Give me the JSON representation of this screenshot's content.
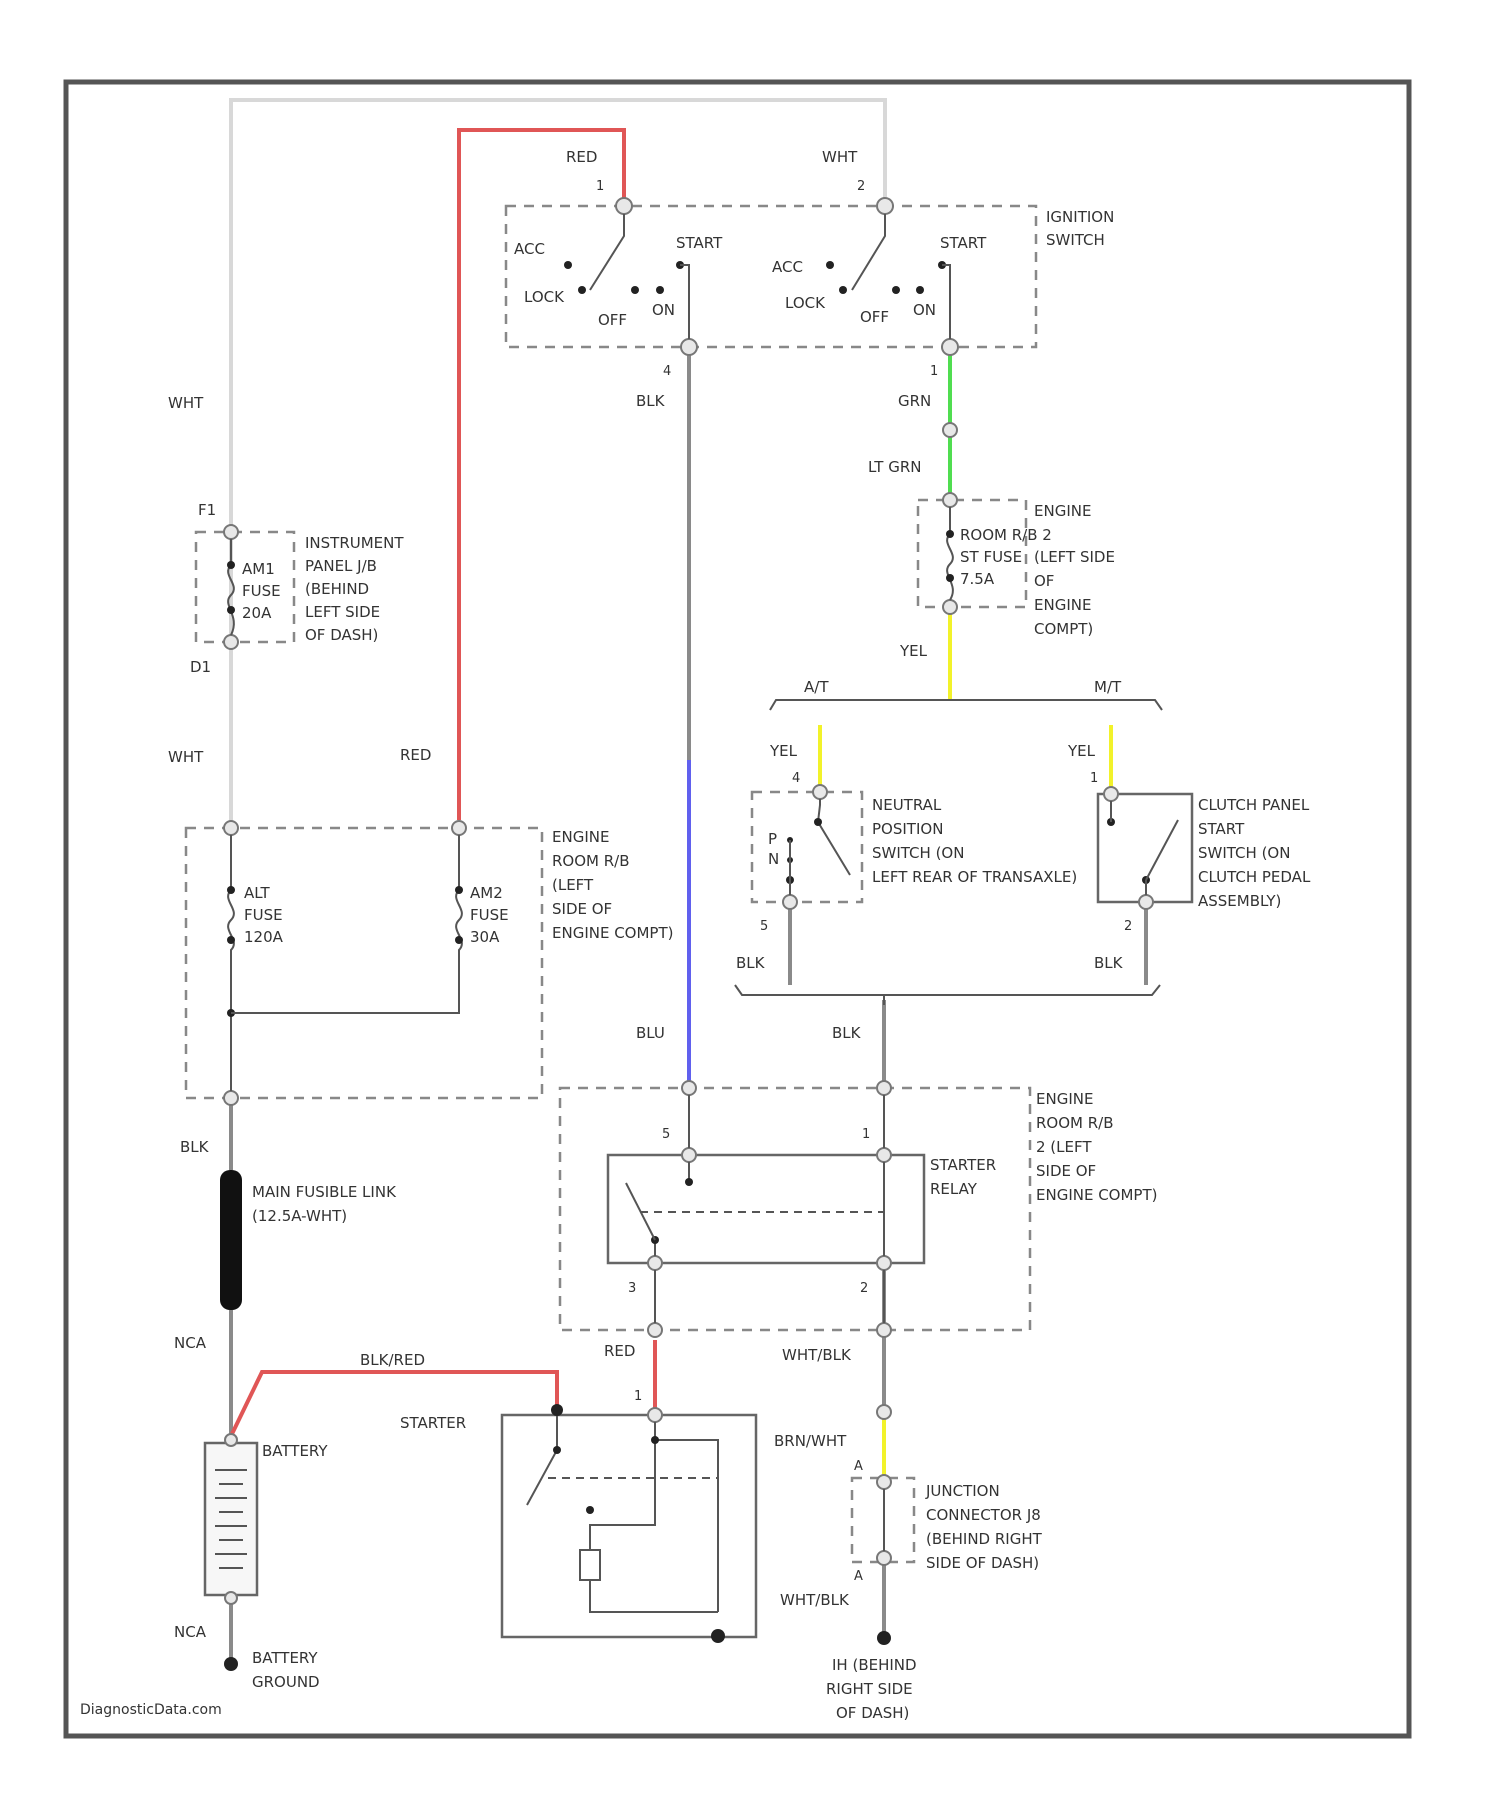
{
  "watermark": "DiagnosticData.com",
  "colors": {
    "red": "#e05656",
    "gray": "#8a8a8a",
    "blue": "#6060ee",
    "green": "#50dd50",
    "yellow": "#f2f22a",
    "black": "#222222",
    "white_wire": "#d8d8d8"
  },
  "ignition_switch": {
    "label_1": "IGNITION",
    "label_2": "SWITCH",
    "pos_acc": "ACC",
    "pos_lock": "LOCK",
    "pos_off": "OFF",
    "pos_on": "ON",
    "pos_start": "START",
    "pin_red": "1",
    "pin_wht": "2",
    "pin_blk": "4",
    "pin_grn": "1"
  },
  "wires": {
    "wht": "WHT",
    "red": "RED",
    "blk": "BLK",
    "blu": "BLU",
    "grn": "GRN",
    "lt_grn": "LT GRN",
    "yel": "YEL",
    "nca": "NCA",
    "blk_red": "BLK/RED",
    "wht_blk": "WHT/BLK",
    "brn_wht": "BRN/WHT"
  },
  "instrument_jb": {
    "pin_top": "F1",
    "pin_bottom": "D1",
    "fuse_line_1": "AM1",
    "fuse_line_2": "FUSE",
    "fuse_line_3": "20A",
    "label_1": "INSTRUMENT",
    "label_2": "PANEL J/B",
    "label_3": "(BEHIND",
    "label_4": "LEFT SIDE",
    "label_5": "OF DASH)"
  },
  "engine_rb2_fuse": {
    "label_1": "ENGINE",
    "label_2": "ROOM R/B 2",
    "label_3": "(LEFT SIDE",
    "label_4": "OF",
    "label_5": "ENGINE",
    "label_6": "COMPT)",
    "fuse_1": "ST FUSE",
    "fuse_2": "7.5A"
  },
  "transmission": {
    "at": "A/T",
    "mt": "M/T"
  },
  "neutral_switch": {
    "label_1": "NEUTRAL",
    "label_2": "POSITION",
    "label_3": "SWITCH (ON",
    "label_4": "LEFT REAR OF TRANSAXLE)",
    "pos_p": "P",
    "pos_n": "N",
    "pin_top": "4",
    "pin_bottom": "5"
  },
  "clutch_switch": {
    "label_1": "CLUTCH PANEL",
    "label_2": "START",
    "label_3": "SWITCH (ON",
    "label_4": "CLUTCH PEDAL",
    "label_5": "ASSEMBLY)",
    "pin_top": "1",
    "pin_bottom": "2"
  },
  "engine_rb_fuses": {
    "label_1": "ENGINE",
    "label_2": "ROOM R/B",
    "label_3": "(LEFT",
    "label_4": "SIDE OF",
    "label_5": "ENGINE COMPT)",
    "alt_1": "ALT",
    "alt_2": "FUSE",
    "alt_3": "120A",
    "am2_1": "AM2",
    "am2_2": "FUSE",
    "am2_3": "30A"
  },
  "starter_relay": {
    "label_1": "STARTER",
    "label_2": "RELAY",
    "rb_1": "ENGINE",
    "rb_2": "ROOM R/B",
    "rb_3": "2 (LEFT",
    "rb_4": "SIDE OF",
    "rb_5": "ENGINE COMPT)",
    "pin_5": "5",
    "pin_1": "1",
    "pin_3": "3",
    "pin_2": "2"
  },
  "fusible_link": {
    "label_1": "MAIN FUSIBLE LINK",
    "label_2": "(12.5A-WHT)"
  },
  "battery": {
    "label": "BATTERY",
    "ground_1": "BATTERY",
    "ground_2": "GROUND"
  },
  "starter": {
    "label": "STARTER",
    "pin": "1"
  },
  "junction": {
    "label_1": "JUNCTION",
    "label_2": "CONNECTOR J8",
    "label_3": "(BEHIND RIGHT",
    "label_4": "SIDE OF DASH)",
    "pin_top": "A",
    "pin_bottom": "A"
  },
  "ground_ih": {
    "label_1": "IH (BEHIND",
    "label_2": "RIGHT SIDE",
    "label_3": "OF DASH)"
  }
}
